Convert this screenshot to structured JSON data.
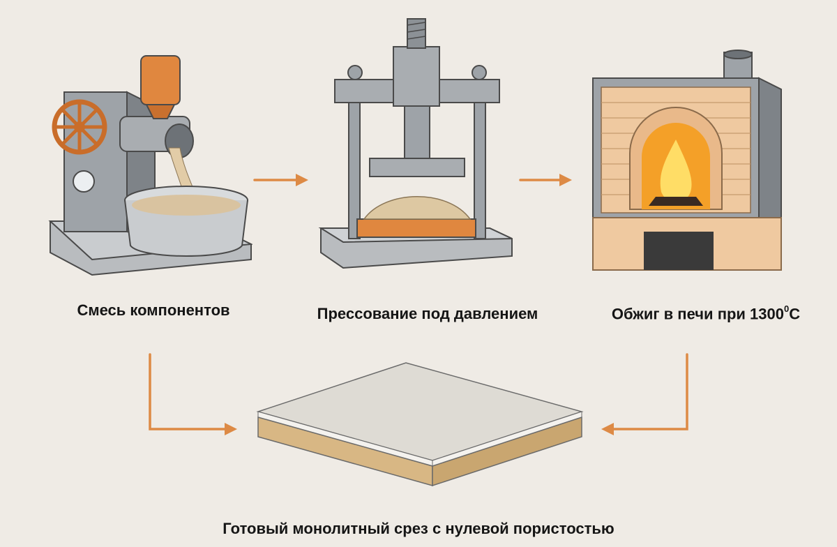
{
  "steps": [
    {
      "label": "Смесь компонентов"
    },
    {
      "label": "Прессование под давлением"
    },
    {
      "label_main": "Обжиг в печи при 1300",
      "label_sup": "0",
      "label_unit": "С"
    }
  ],
  "result": {
    "label": "Готовый монолитный срез с нулевой пористостью"
  },
  "colors": {
    "background": "#efebe5",
    "arrow": "#dd8a45",
    "metal": "#9ea3a8",
    "orange": "#e0873f",
    "brick": "#efc9a0",
    "fire": "#f4a028"
  },
  "icons": {
    "mixer": "meat-grinder-mixer-icon",
    "press": "hydraulic-press-icon",
    "kiln": "brick-kiln-fire-icon",
    "tile": "ceramic-slab-icon"
  }
}
